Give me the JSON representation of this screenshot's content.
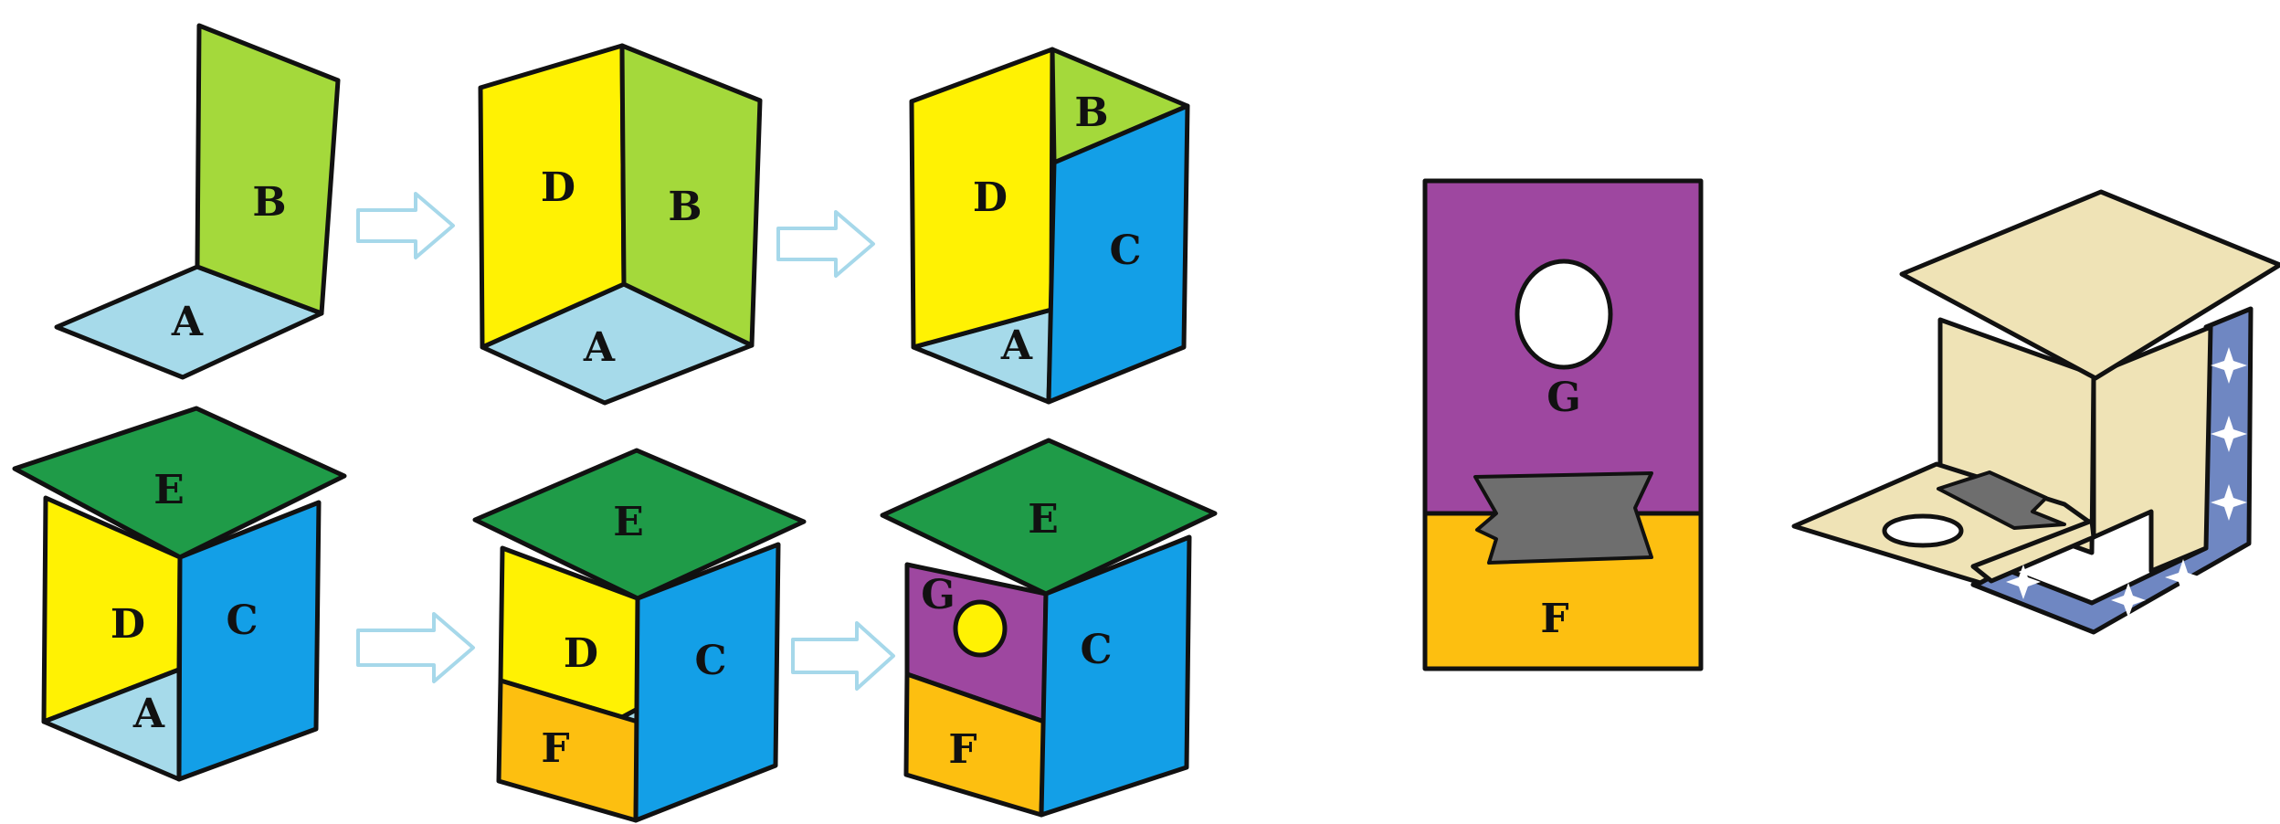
{
  "labels": {
    "a": "A",
    "b": "B",
    "c": "C",
    "d": "D",
    "e": "E",
    "f": "F",
    "g": "G"
  },
  "colors": {
    "panel_a": "#a6daea",
    "panel_b": "#a4d93b",
    "panel_c": "#139fe7",
    "panel_d": "#fff203",
    "panel_e": "#1f9b48",
    "panel_f": "#fdbf10",
    "panel_g": "#9e47a0",
    "hole": "#fff203",
    "tape": "#6e6e6e",
    "feeder_cream": "#efe3b6",
    "feeder_blue": "#6f87c2",
    "arrow_outline": "#a6d8ea",
    "outline": "#111111"
  },
  "diagram": {
    "steps": [
      "step-1-a-b",
      "step-2-a-b-d",
      "step-3-a-b-c-d",
      "step-4-e-roof",
      "step-5-f-front",
      "step-6-g-front"
    ],
    "detail": "g-f-taped-panel",
    "finished": "feeder-result-illustration"
  }
}
